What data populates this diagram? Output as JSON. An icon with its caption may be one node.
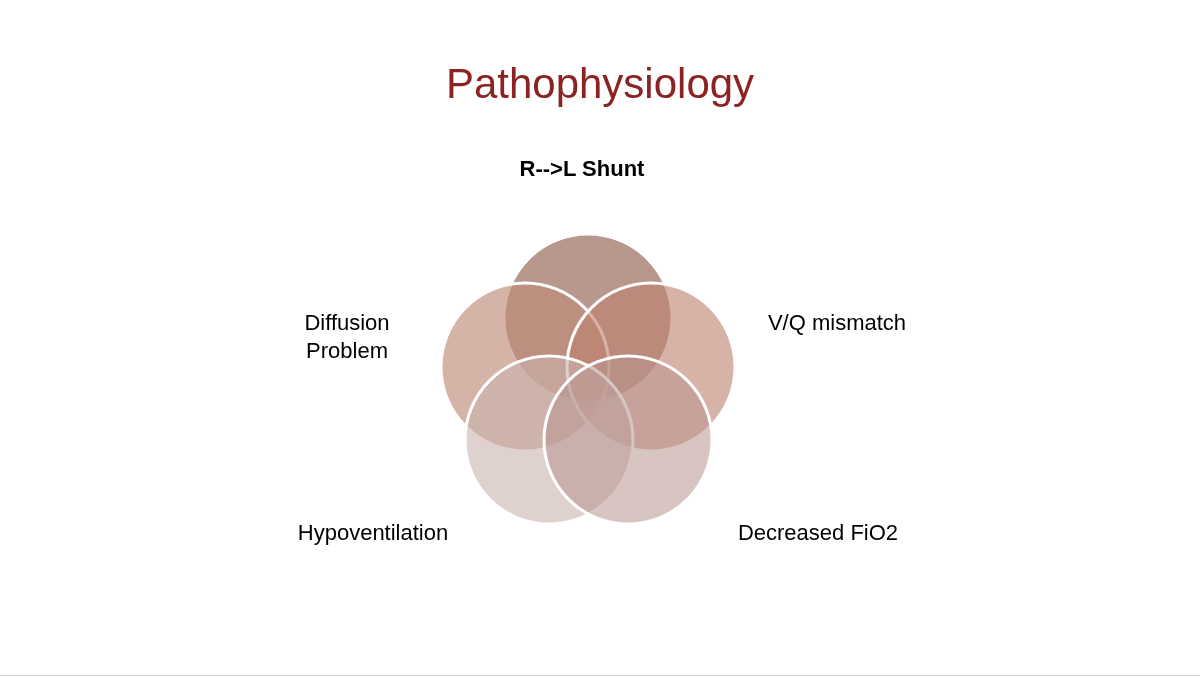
{
  "diagram": {
    "title": "Pathophysiology",
    "nodes": [
      {
        "text": [
          "R-->L Shunt"
        ]
      },
      {
        "text": [
          "Diffusion Problem"
        ]
      },
      {
        "text": [
          "V/Q mismatch"
        ]
      },
      {
        "text": [
          "Hypoventilation"
        ]
      },
      {
        "text": [
          "Decreased FiO2"
        ]
      }
    ]
  }
}
